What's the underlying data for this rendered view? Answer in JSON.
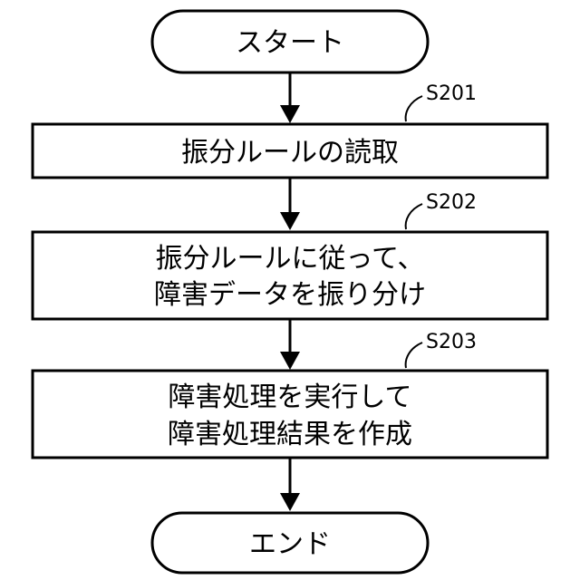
{
  "start": {
    "label": "スタート"
  },
  "end": {
    "label": "エンド"
  },
  "steps": [
    {
      "step_id": "S201",
      "lines": [
        "振分ルールの読取"
      ]
    },
    {
      "step_id": "S202",
      "lines": [
        "振分ルールに従って、",
        "障害データを振り分け"
      ]
    },
    {
      "step_id": "S203",
      "lines": [
        "障害処理を実行して",
        "障害処理結果を作成"
      ]
    }
  ]
}
